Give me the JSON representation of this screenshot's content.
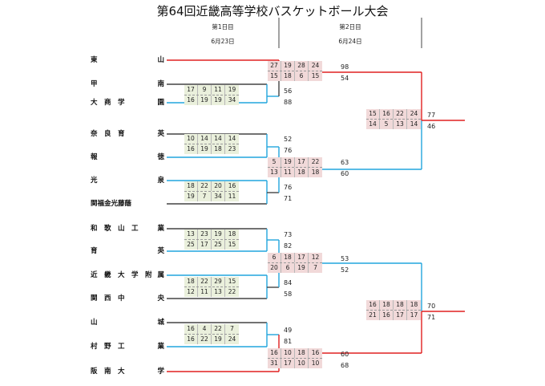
{
  "title": "第64回近畿高等学校バスケットボール大会",
  "day1": {
    "label": "第1日目",
    "date": "6月23日"
  },
  "day2": {
    "label": "第2日目",
    "date": "6月24日"
  },
  "colors": {
    "winner_red": "#e02020",
    "winner_blue": "#22a6dd",
    "loser": "#444444",
    "pink_box": "#f1d9d9",
    "green_box": "#eaf0dc"
  },
  "teams": [
    {
      "left": "東",
      "right": "山"
    },
    {
      "left": "甲",
      "right": "南"
    },
    {
      "left": "大　商　学",
      "right": "園"
    },
    {
      "left": "奈　良　育",
      "right": "英"
    },
    {
      "left": "報",
      "right": "徳"
    },
    {
      "left": "光",
      "right": "泉"
    },
    {
      "left": "関福金光藤蔭",
      "right": ""
    },
    {
      "left": "和　歌　山　工",
      "right": "業"
    },
    {
      "left": "育",
      "right": "英"
    },
    {
      "left": "近　畿　大　学　附",
      "right": "属"
    },
    {
      "left": "関　西　中",
      "right": "央"
    },
    {
      "left": "山",
      "right": "城"
    },
    {
      "left": "村　野　工",
      "right": "業"
    },
    {
      "left": "阪　南　大",
      "right": "学"
    }
  ],
  "round1": [
    {
      "periods_top": [
        "17",
        "9",
        "11",
        "19"
      ],
      "periods_bottom": [
        "16",
        "19",
        "19",
        "34"
      ]
    },
    {
      "periods_top": [
        "10",
        "14",
        "14",
        "14"
      ],
      "periods_bottom": [
        "16",
        "19",
        "18",
        "23"
      ]
    },
    {
      "periods_top": [
        "18",
        "22",
        "20",
        "16"
      ],
      "periods_bottom": [
        "19",
        "7",
        "34",
        "11"
      ]
    },
    {
      "periods_top": [
        "13",
        "23",
        "19",
        "18"
      ],
      "periods_bottom": [
        "25",
        "17",
        "25",
        "15"
      ]
    },
    {
      "periods_top": [
        "18",
        "22",
        "29",
        "15"
      ],
      "periods_bottom": [
        "12",
        "11",
        "13",
        "22"
      ]
    },
    {
      "periods_top": [
        "16",
        "4",
        "22",
        "7"
      ],
      "periods_bottom": [
        "16",
        "22",
        "19",
        "24"
      ]
    }
  ],
  "round2": [
    {
      "periods_top": [
        "27",
        "19",
        "28",
        "24"
      ],
      "periods_bottom": [
        "15",
        "18",
        "6",
        "15"
      ],
      "score_top": "98",
      "score_bottom": "54"
    },
    {
      "periods_top": [
        "5",
        "19",
        "17",
        "22"
      ],
      "periods_bottom": [
        "13",
        "11",
        "18",
        "18"
      ],
      "score_top": "63",
      "score_bottom": "60"
    },
    {
      "periods_top": [
        "6",
        "18",
        "17",
        "12"
      ],
      "periods_bottom": [
        "20",
        "6",
        "19",
        "7"
      ],
      "score_top": "53",
      "score_bottom": "52"
    },
    {
      "periods_top": [
        "16",
        "10",
        "18",
        "16"
      ],
      "periods_bottom": [
        "31",
        "17",
        "10",
        "10"
      ],
      "score_top": "60",
      "score_bottom": "68"
    }
  ],
  "round1_totals": [
    {
      "top": "56",
      "bottom": "88"
    },
    {
      "top": "52",
      "bottom": "76"
    },
    {
      "top": "76",
      "bottom": "71"
    },
    {
      "top": "73",
      "bottom": "82"
    },
    {
      "top": "84",
      "bottom": "58"
    },
    {
      "top": "49",
      "bottom": "81"
    }
  ],
  "round3": [
    {
      "periods_top": [
        "15",
        "16",
        "22",
        "24"
      ],
      "periods_bottom": [
        "14",
        "5",
        "13",
        "14"
      ],
      "score_top": "77",
      "score_bottom": "46"
    },
    {
      "periods_top": [
        "16",
        "18",
        "18",
        "18"
      ],
      "periods_bottom": [
        "21",
        "16",
        "17",
        "17"
      ],
      "score_top": "70",
      "score_bottom": "71"
    }
  ]
}
